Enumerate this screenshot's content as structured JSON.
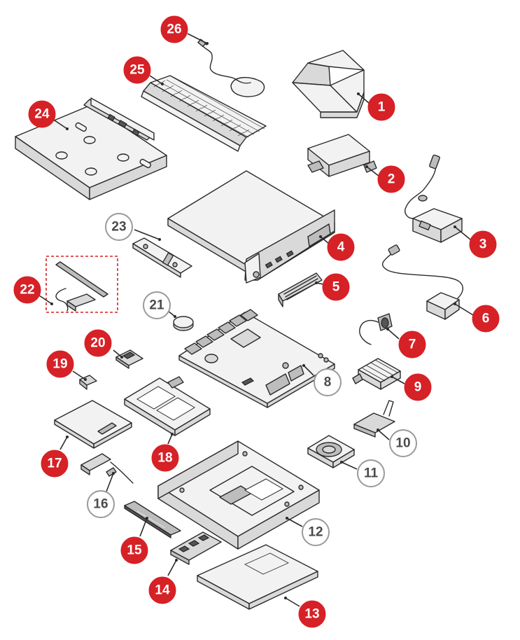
{
  "colors": {
    "callout_red": "#d62126",
    "callout_white_border": "#9a9a9a",
    "line": "#2a2a2a"
  },
  "callouts": [
    {
      "id": "c1",
      "label": "1",
      "style": "red"
    },
    {
      "id": "c2",
      "label": "2",
      "style": "red"
    },
    {
      "id": "c3",
      "label": "3",
      "style": "red"
    },
    {
      "id": "c4",
      "label": "4",
      "style": "red"
    },
    {
      "id": "c5",
      "label": "5",
      "style": "red"
    },
    {
      "id": "c6",
      "label": "6",
      "style": "red"
    },
    {
      "id": "c7",
      "label": "7",
      "style": "red"
    },
    {
      "id": "c8",
      "label": "8",
      "style": "white"
    },
    {
      "id": "c9",
      "label": "9",
      "style": "red"
    },
    {
      "id": "c10",
      "label": "10",
      "style": "white"
    },
    {
      "id": "c11",
      "label": "11",
      "style": "white"
    },
    {
      "id": "c12",
      "label": "12",
      "style": "white"
    },
    {
      "id": "c13",
      "label": "13",
      "style": "red"
    },
    {
      "id": "c14",
      "label": "14",
      "style": "red"
    },
    {
      "id": "c15",
      "label": "15",
      "style": "red"
    },
    {
      "id": "c16",
      "label": "16",
      "style": "white"
    },
    {
      "id": "c17",
      "label": "17",
      "style": "red"
    },
    {
      "id": "c18",
      "label": "18",
      "style": "red"
    },
    {
      "id": "c19",
      "label": "19",
      "style": "red"
    },
    {
      "id": "c20",
      "label": "20",
      "style": "red"
    },
    {
      "id": "c21",
      "label": "21",
      "style": "white"
    },
    {
      "id": "c22",
      "label": "22",
      "style": "red"
    },
    {
      "id": "c23",
      "label": "23",
      "style": "white"
    },
    {
      "id": "c24",
      "label": "24",
      "style": "red"
    },
    {
      "id": "c25",
      "label": "25",
      "style": "red"
    },
    {
      "id": "c26",
      "label": "26",
      "style": "red"
    }
  ]
}
